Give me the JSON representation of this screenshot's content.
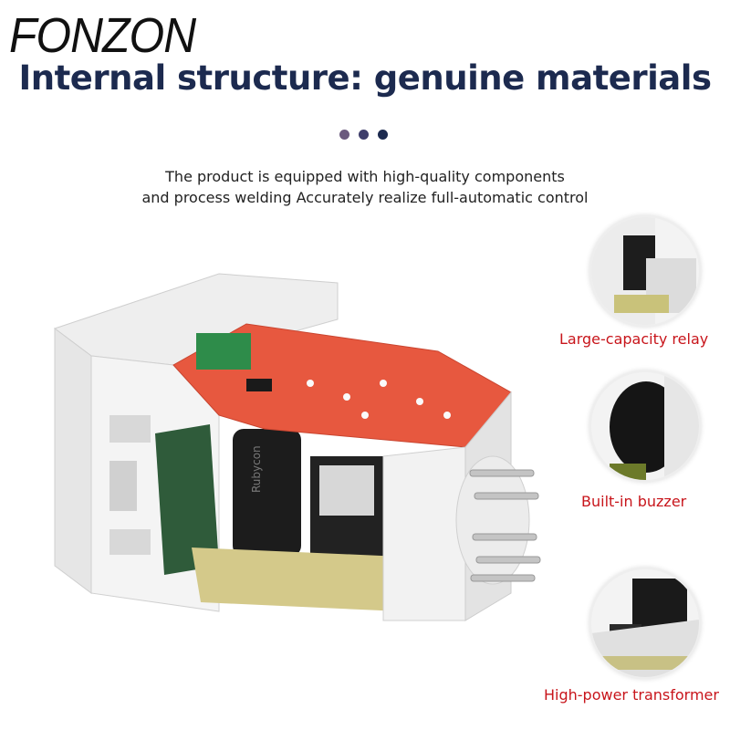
{
  "brand": "FONZON",
  "title": "Internal structure: genuine materials",
  "subtitle_line1": "The product is equipped with high-quality components",
  "subtitle_line2": "and process welding Accurately realize full-automatic control",
  "dot_colors": [
    "#6b5a7e",
    "#3e3d6a",
    "#1c2a4f"
  ],
  "features": [
    {
      "label": "Large-capacity relay",
      "icon": "relay-closeup"
    },
    {
      "label": "Built-in buzzer",
      "icon": "buzzer-closeup"
    },
    {
      "label": "High-power transformer",
      "icon": "transformer-closeup"
    }
  ],
  "component_marking": "Rubycon"
}
